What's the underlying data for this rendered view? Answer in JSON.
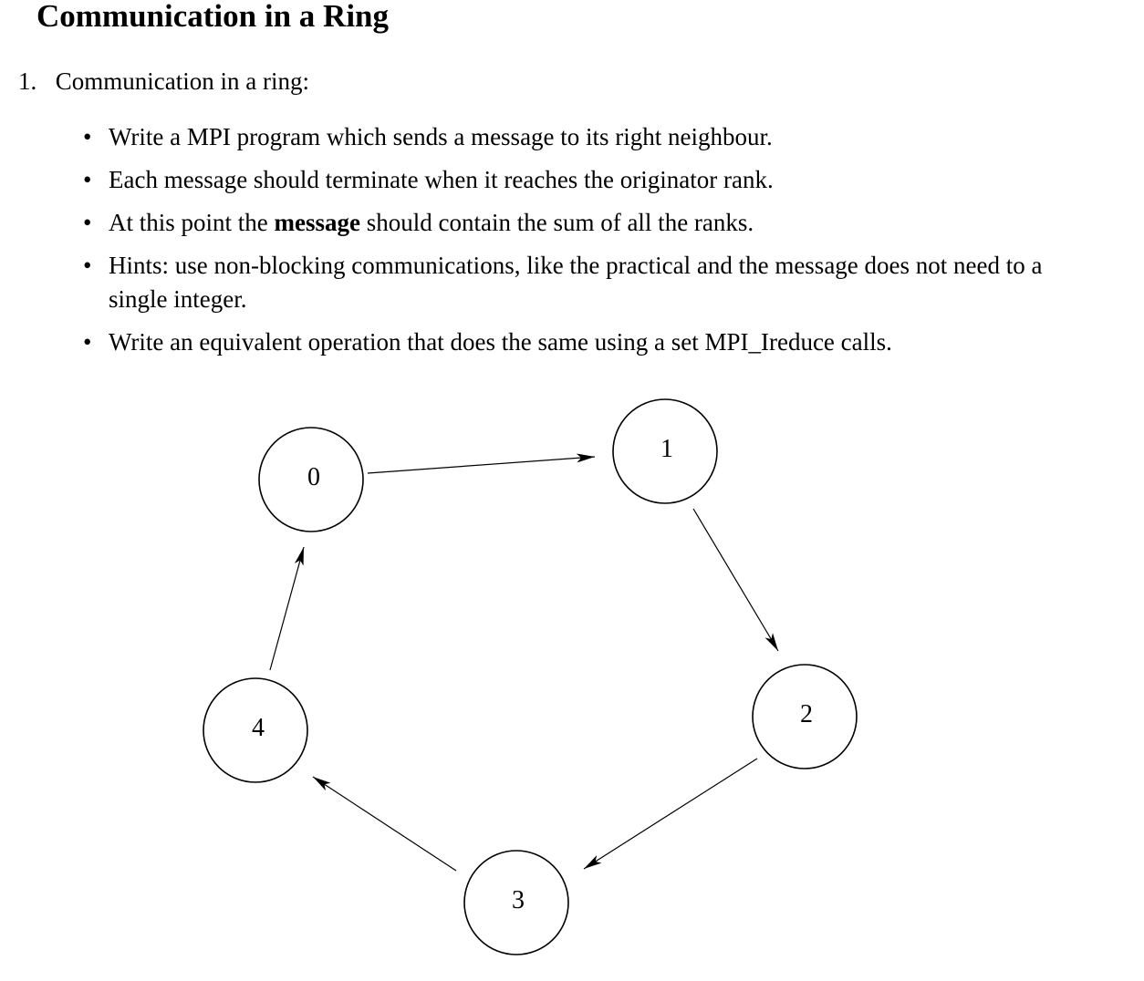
{
  "title": "Communication in a Ring",
  "item": {
    "number": "1.",
    "label": "Communication in a ring:"
  },
  "bullets": [
    {
      "text": "Write a MPI program which sends a message to its right neighbour."
    },
    {
      "text": "Each message should terminate when it reaches the originator rank."
    },
    {
      "before": "At this point the ",
      "bold": "message",
      "after": " should contain the sum of all the ranks."
    },
    {
      "text": "Hints: use non-blocking communications, like the practical and the message does not need to a single integer."
    },
    {
      "text": "Write an equivalent operation that does the same using a set MPI_Ireduce calls."
    }
  ],
  "diagram": {
    "nodes": [
      "0",
      "1",
      "2",
      "3",
      "4"
    ],
    "edges": [
      [
        "0",
        "1"
      ],
      [
        "1",
        "2"
      ],
      [
        "2",
        "3"
      ],
      [
        "3",
        "4"
      ],
      [
        "4",
        "0"
      ]
    ]
  }
}
